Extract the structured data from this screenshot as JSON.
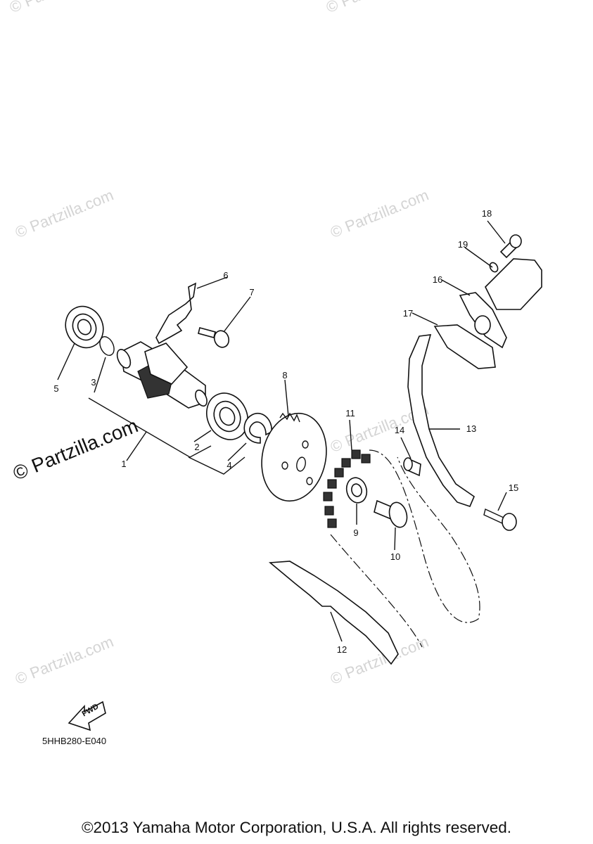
{
  "watermark": {
    "text": "© Partzilla.com",
    "featured_text": "© Partzilla.com"
  },
  "callouts": {
    "p1": "1",
    "p2": "2",
    "p3": "3",
    "p4": "4",
    "p5": "5",
    "p6": "6",
    "p7": "7",
    "p8": "8",
    "p9": "9",
    "p10": "10",
    "p11": "11",
    "p12": "12",
    "p13": "13",
    "p14": "14",
    "p15": "15",
    "p16": "16",
    "p17": "17",
    "p18": "18",
    "p19": "19"
  },
  "fwd_label": "FWD",
  "diagram_code": "5HHB280-E040",
  "copyright": "©2013 Yamaha Motor Corporation, U.S.A. All rights reserved."
}
